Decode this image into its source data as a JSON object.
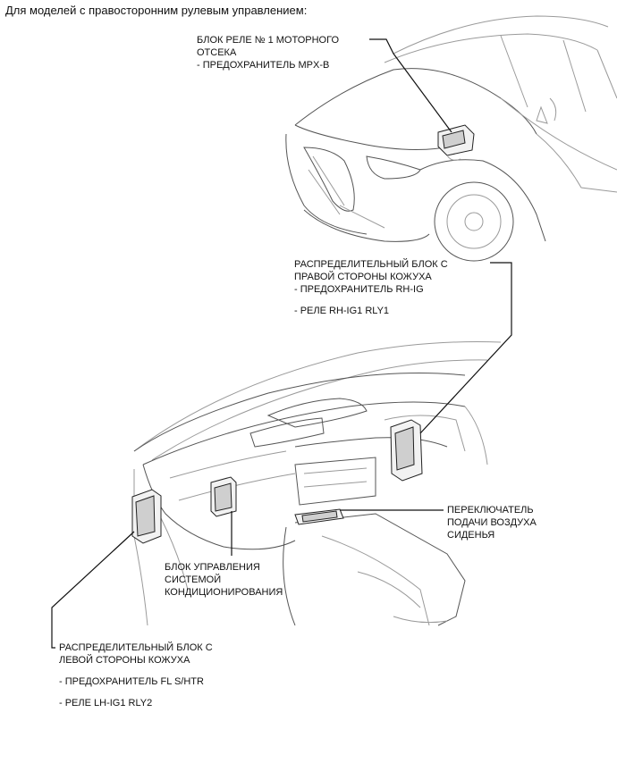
{
  "heading": "Для моделей с правосторонним рулевым управлением:",
  "labels": {
    "relay_block": {
      "lines": [
        "БЛОК РЕЛЕ № 1 МОТОРНОГО",
        "ОТСЕКА",
        "- ПРЕДОХРАНИТЕЛЬ MPX-B"
      ]
    },
    "rh_junction": {
      "lines": [
        "РАСПРЕДЕЛИТЕЛЬНЫЙ БЛОК С",
        "ПРАВОЙ СТОРОНЫ КОЖУХА",
        "- ПРЕДОХРАНИТЕЛЬ RH-IG",
        "- РЕЛЕ RH-IG1 RLY1"
      ]
    },
    "seat_switch": {
      "lines": [
        "ПЕРЕКЛЮЧАТЕЛЬ",
        "ПОДАЧИ ВОЗДУХА",
        "СИДЕНЬЯ"
      ]
    },
    "ac_control": {
      "lines": [
        "БЛОК УПРАВЛЕНИЯ",
        "СИСТЕМОЙ",
        "КОНДИЦИОНИРОВАНИЯ"
      ]
    },
    "lh_junction": {
      "lines": [
        "РАСПРЕДЕЛИТЕЛЬНЫЙ БЛОК С",
        "ЛЕВОЙ СТОРОНЫ КОЖУХА",
        "- ПРЕДОХРАНИТЕЛЬ FL S/HTR",
        "- РЕЛЕ LH-IG1 RLY2"
      ]
    }
  }
}
